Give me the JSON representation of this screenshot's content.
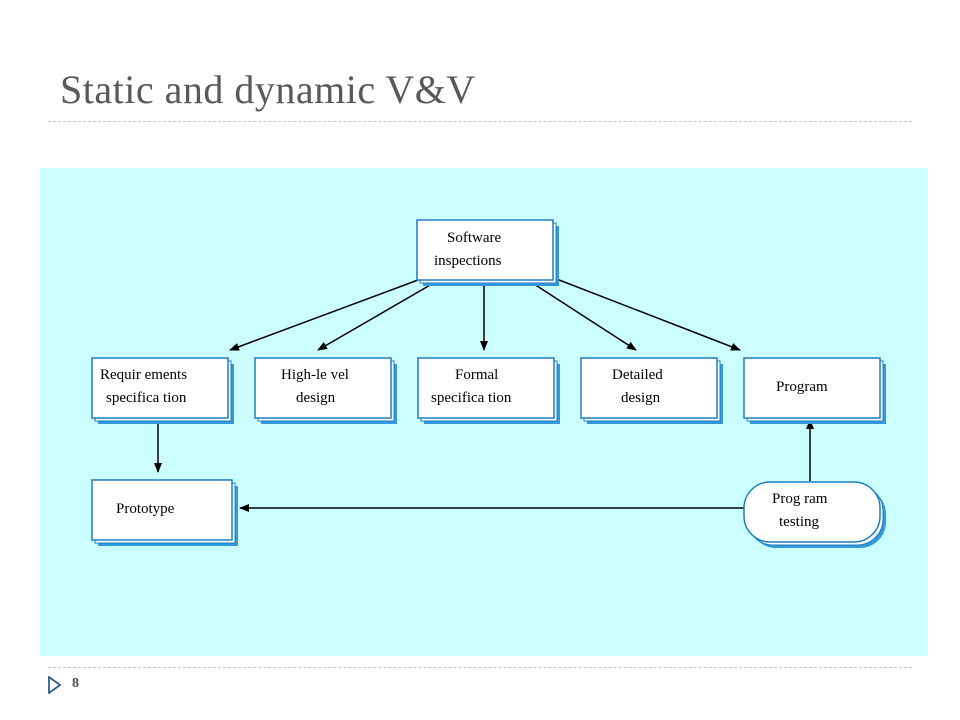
{
  "slide": {
    "title": "Static and dynamic V&V",
    "page_number": "8"
  },
  "diagram": {
    "nodes": {
      "software_inspections": [
        "Software",
        "inspections"
      ],
      "requirements_specification": [
        "Requir ements",
        "specifica tion"
      ],
      "high_level_design": [
        "High-le vel",
        "design"
      ],
      "formal_specification": [
        "Formal",
        "specifica tion"
      ],
      "detailed_design": [
        "Detailed",
        "design"
      ],
      "program": [
        "Program"
      ],
      "prototype": [
        "Prototype"
      ],
      "program_testing": [
        "Prog ram",
        "testing"
      ]
    }
  },
  "colors": {
    "panel_background": "#ccffff",
    "box_fill": "#ffffff",
    "box_border": "#1f7fbf",
    "box_shadow": "#3399dd",
    "arrow": "#000000",
    "title_text": "#595959",
    "slide_marker": "#2e5f8a"
  }
}
